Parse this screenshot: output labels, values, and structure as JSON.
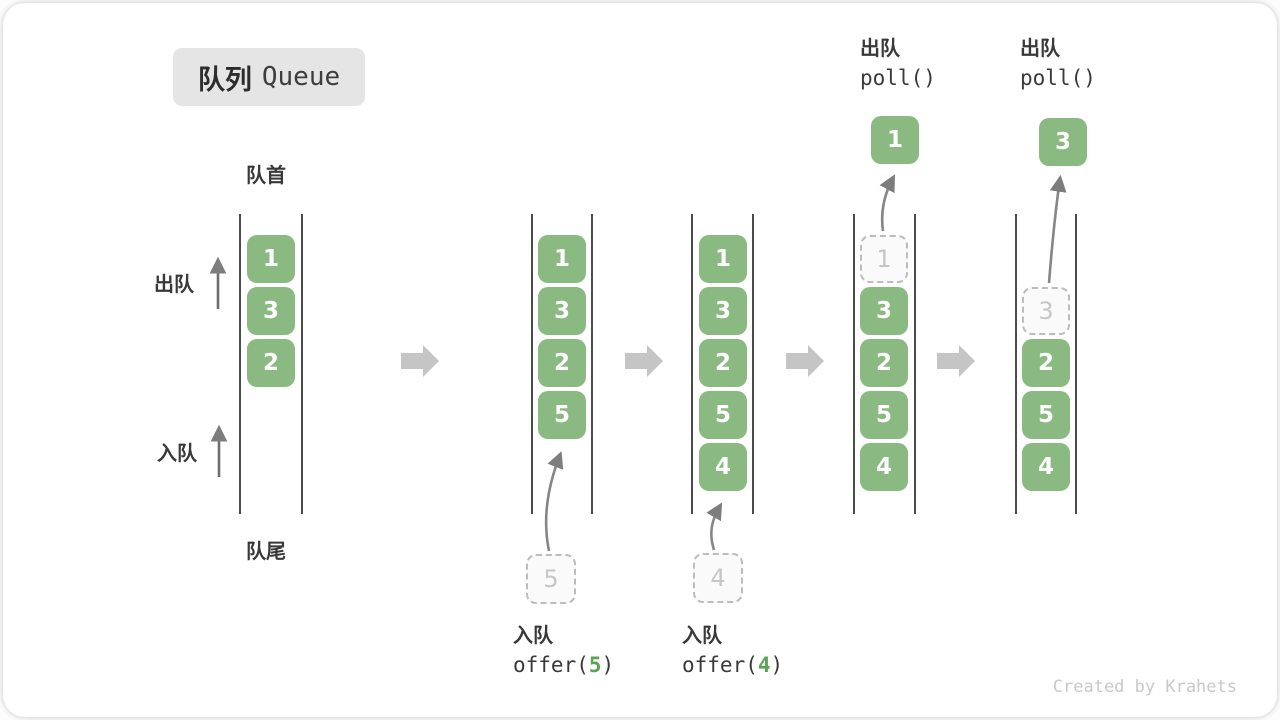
{
  "title": {
    "zh": "队列",
    "en": "Queue"
  },
  "labels": {
    "front": "队首",
    "rear": "队尾",
    "dequeue": "出队",
    "enqueue": "入队"
  },
  "queues": [
    {
      "boxes": [
        "1",
        "3",
        "2"
      ]
    },
    {
      "boxes": [
        "1",
        "3",
        "2",
        "5"
      ]
    },
    {
      "boxes": [
        "1",
        "3",
        "2",
        "5",
        "4"
      ]
    },
    {
      "dashed": "1",
      "boxes": [
        "3",
        "2",
        "5",
        "4"
      ]
    },
    {
      "dashed": "3",
      "boxes": [
        "2",
        "5",
        "4"
      ]
    }
  ],
  "floats": {
    "out1": "1",
    "out2": "3",
    "in1": "5",
    "in2": "4"
  },
  "ops": {
    "poll1": {
      "label": "出队",
      "code": "poll()"
    },
    "poll2": {
      "label": "出队",
      "code": "poll()"
    },
    "offer1": {
      "label": "入队",
      "fn": "offer(",
      "arg": "5",
      "close": ")"
    },
    "offer2": {
      "label": "入队",
      "fn": "offer(",
      "arg": "4",
      "close": ")"
    }
  },
  "footer": {
    "credit": "Created by Krahets"
  },
  "colors": {
    "box_green": "#8ab982",
    "code_arg_green": "#5ba357",
    "dashed_border": "#bcbcbc",
    "wall_line": "#4c4c4c",
    "block_arrow": "#c5c5c5",
    "badge_bg": "#e5e5e5"
  }
}
